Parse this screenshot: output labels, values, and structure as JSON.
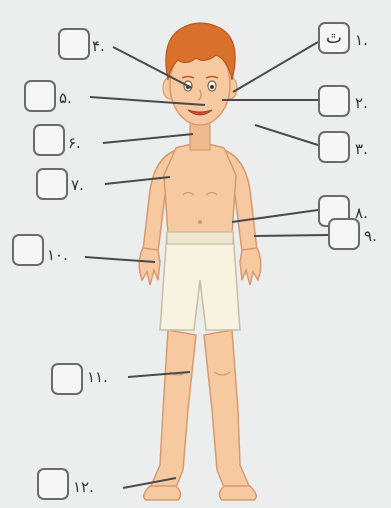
{
  "worksheet": {
    "items": [
      {
        "number": "١.",
        "answer": "ٿ"
      },
      {
        "number": "٢.",
        "answer": ""
      },
      {
        "number": "٣.",
        "answer": ""
      },
      {
        "number": "۴.",
        "answer": ""
      },
      {
        "number": "۵.",
        "answer": ""
      },
      {
        "number": "۶.",
        "answer": ""
      },
      {
        "number": "٧.",
        "answer": ""
      },
      {
        "number": "٨.",
        "answer": ""
      },
      {
        "number": "٩.",
        "answer": ""
      },
      {
        "number": "١٠.",
        "answer": ""
      },
      {
        "number": "١١.",
        "answer": ""
      },
      {
        "number": "١٢.",
        "answer": ""
      }
    ]
  },
  "colors": {
    "background": "#eceeed",
    "skin": "#f6c9a0",
    "skin_shadow": "#e6ad82",
    "hair": "#d9702b",
    "shorts": "#f8f3e1",
    "line": "#4a4a4a",
    "box_border": "#6b6b6b"
  },
  "icons": {
    "figure": "boy-body-illustration"
  }
}
